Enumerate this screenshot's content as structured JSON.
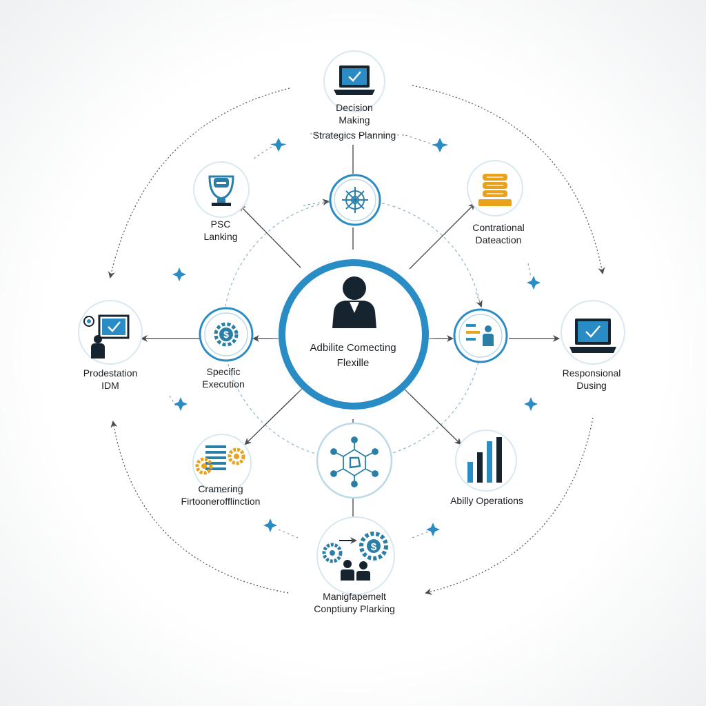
{
  "center": {
    "line1": "Adbilite Comecting",
    "line2": "Flexille"
  },
  "nodes": {
    "top": {
      "line1": "Decision",
      "line2": "Making",
      "line3": "Strategics Planning"
    },
    "upper_left": {
      "line1": "PSC",
      "line2": "Lanking"
    },
    "upper_right": {
      "line1": "Contrational",
      "line2": "Dateaction"
    },
    "left": {
      "line1": "Prodestation",
      "line2": "IDM"
    },
    "inner_left": {
      "line1": "Specific",
      "line2": "Execution"
    },
    "right": {
      "line1": "Responsional",
      "line2": "Dusing"
    },
    "lower_left": {
      "line1": "Cramering",
      "line2": "Firtoonerofflinction"
    },
    "lower_right": {
      "line1": "Abilly Operations"
    },
    "bottom": {
      "line1": "Manigfapemelt",
      "line2": "Conptiuny Plarking"
    }
  },
  "colors": {
    "accent": "#2a8cc4",
    "dark": "#15242e",
    "orange": "#e8a21c",
    "ring": "#bcd9e8",
    "arrow": "#4a4f55"
  },
  "icons": {
    "center": "person-icon",
    "top": "laptop-check-icon",
    "upper_left": "trophy-badge-icon",
    "upper_right": "database-stack-icon",
    "left": "presenter-board-icon",
    "inner_top": "network-gear-icon",
    "inner_left": "dollar-gear-icon",
    "inner_right": "task-person-icon",
    "right": "laptop-check-icon",
    "lower_left": "gears-document-icon",
    "lower_right": "bar-chart-icon",
    "inner_bottom": "network-hub-icon",
    "bottom": "team-gears-icon"
  }
}
